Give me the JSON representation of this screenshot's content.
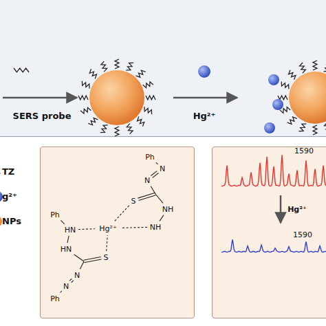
{
  "diagram": {
    "nodes": [
      {
        "text": [
          "SERS probe",
          "Hg²⁺"
        ]
      },
      {
        "text": [
          "Ph",
          "N",
          "N",
          "S",
          "NH",
          "NH",
          "Hg²⁺",
          "Ph",
          "HN",
          "HN",
          "S",
          "N",
          "N",
          "Ph"
        ]
      },
      {
        "text": [
          "1590",
          "Hg²⁺",
          "1590"
        ]
      }
    ],
    "labels": [
      "TZ",
      "g²⁺",
      "NPs"
    ]
  }
}
